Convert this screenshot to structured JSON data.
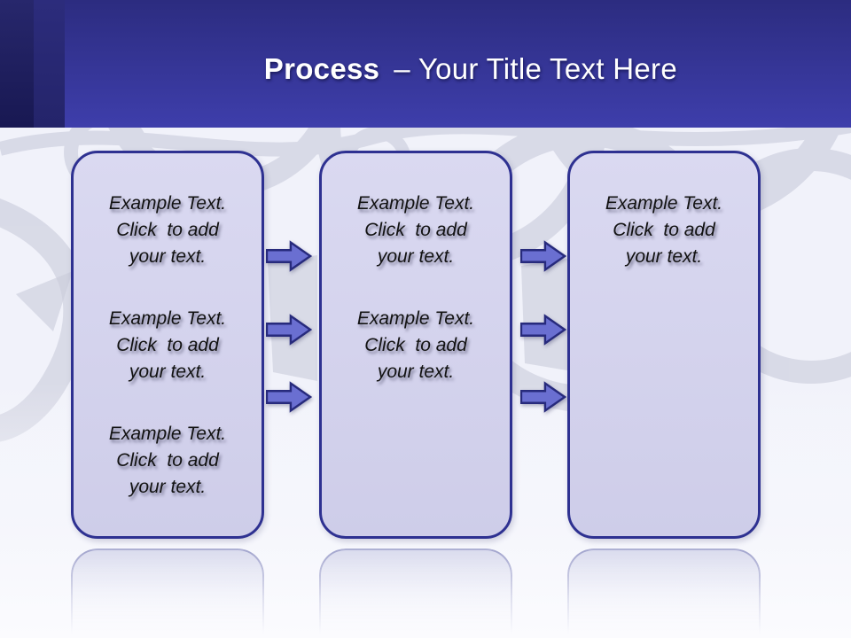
{
  "header": {
    "title_bold": "Process",
    "title_rest": "– Your Title Text Here"
  },
  "boxes": [
    {
      "id": "step-1",
      "paragraphs": [
        [
          "Example Text.",
          "Click  to add",
          "your text."
        ],
        [
          "Example Text.",
          "Click  to add",
          "your text."
        ],
        [
          "Example Text.",
          "Click  to add",
          "your text."
        ]
      ]
    },
    {
      "id": "step-2",
      "paragraphs": [
        [
          "Example Text.",
          "Click  to add",
          "your text."
        ],
        [
          "Example Text.",
          "Click  to add",
          "your text."
        ]
      ]
    },
    {
      "id": "step-3",
      "paragraphs": [
        [
          "Example Text.",
          "Click  to add",
          "your text."
        ]
      ]
    }
  ],
  "arrows": {
    "icon": "right-arrow",
    "per_gap": 3,
    "gaps": 2
  },
  "colors": {
    "header-top": "#2c2c80",
    "header-bottom": "#3e3eab",
    "stripe-left": "#181852",
    "stripe-mid": "#2c2c7c",
    "title-text": "#ffffff",
    "canvas": "#f1f2fa",
    "watermark": "#c9cbdb",
    "box-fill-light": "#dad9f1",
    "box-fill": "#cecde9",
    "box-border": "#2e3191",
    "arrow-fill": "#6a6fd1",
    "arrow-border": "#272a7c",
    "body-text": "#121212"
  }
}
